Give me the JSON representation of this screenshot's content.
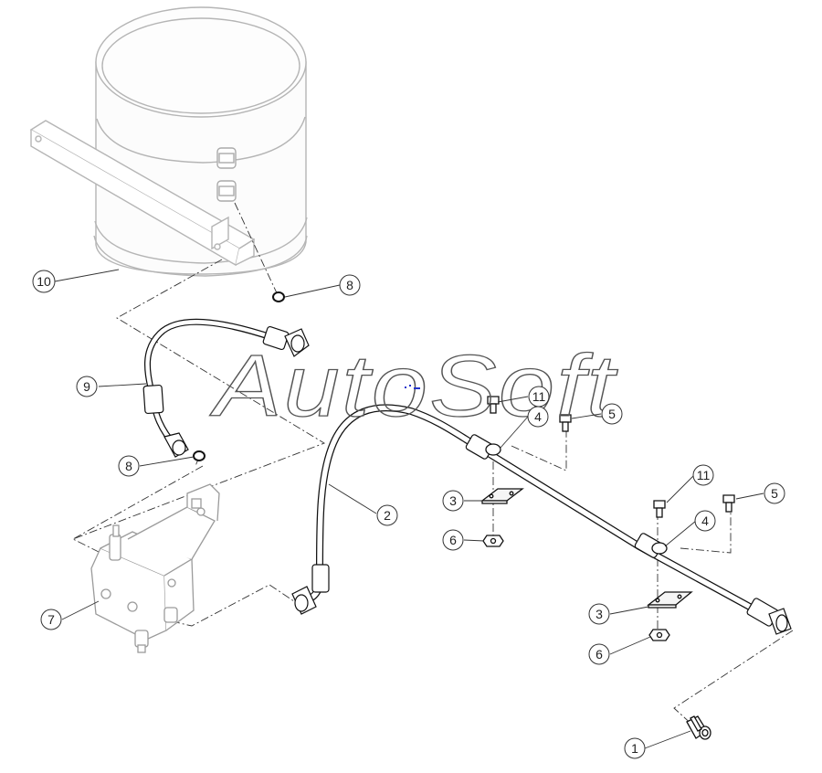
{
  "watermark": "AutoSoft",
  "callouts": [
    {
      "id": "c10",
      "label": "10"
    },
    {
      "id": "c8a",
      "label": "8"
    },
    {
      "id": "c9",
      "label": "9"
    },
    {
      "id": "c8b",
      "label": "8"
    },
    {
      "id": "c7",
      "label": "7"
    },
    {
      "id": "c2",
      "label": "2"
    },
    {
      "id": "c11a",
      "label": "11"
    },
    {
      "id": "c4a",
      "label": "4"
    },
    {
      "id": "c5a",
      "label": "5"
    },
    {
      "id": "c3a",
      "label": "3"
    },
    {
      "id": "c6a",
      "label": "6"
    },
    {
      "id": "c11b",
      "label": "11"
    },
    {
      "id": "c5b",
      "label": "5"
    },
    {
      "id": "c4b",
      "label": "4"
    },
    {
      "id": "c3b",
      "label": "3"
    },
    {
      "id": "c6b",
      "label": "6"
    },
    {
      "id": "c1",
      "label": "1"
    }
  ]
}
